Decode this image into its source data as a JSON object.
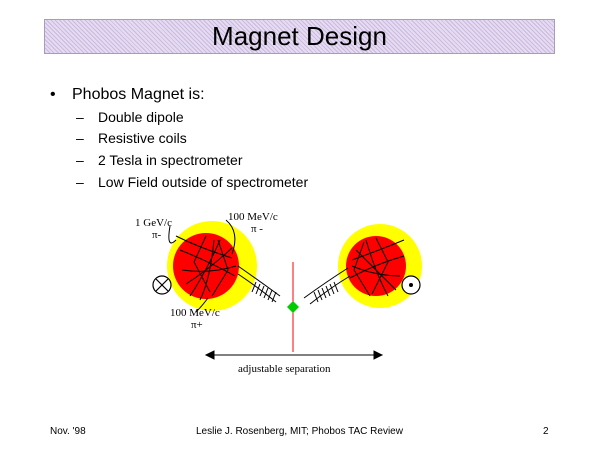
{
  "slide": {
    "title": "Magnet Design",
    "bullet": "Phobos Magnet is:",
    "sub_items": [
      "Double dipole",
      "Resistive coils",
      "2 Tesla in spectrometer",
      "Low Field outside of spectrometer"
    ]
  },
  "figure": {
    "labels": {
      "gev": "1 GeV/c",
      "pi_minus_left": "π-",
      "mev_top": "100 MeV/c",
      "pi_minus_top": "π -",
      "mev_bottom": "100 MeV/c",
      "pi_plus": "π+",
      "separation": "adjustable separation"
    },
    "colors": {
      "yoke": "#ffff00",
      "coil": "#ff0000",
      "beam_line": "#ff0000",
      "vertex": "#00cc00"
    },
    "icons": {
      "left_field": "field-into-page-icon",
      "right_field": "field-out-of-page-icon"
    }
  },
  "footer": {
    "date": "Nov. '98",
    "author": "Leslie J. Rosenberg, MIT;  Phobos TAC Review",
    "page": "2"
  }
}
